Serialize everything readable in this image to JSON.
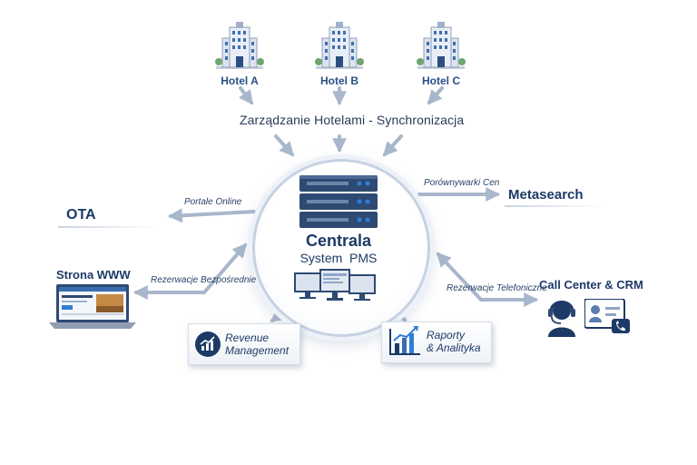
{
  "hotels": [
    {
      "label": "Hotel A"
    },
    {
      "label": "Hotel B"
    },
    {
      "label": "Hotel C"
    }
  ],
  "sync": {
    "title": "Zarządzanie Hotelami - Synchronizacja"
  },
  "hub": {
    "title": "Centrala",
    "subtitle": "System  PMS"
  },
  "nodes": {
    "ota": "OTA",
    "www": "Strona WWW",
    "metasearch": "Metasearch",
    "callcenter": "Call Center & CRM"
  },
  "edges": {
    "online_portals": "Portale Online",
    "direct_bookings": "Rezerwacje Bezpośrednie",
    "price_comparison": "Porównywarki Cen",
    "phone_bookings": "Rezerwacje Telefoniczne"
  },
  "cards": {
    "revenue": {
      "line1": "Revenue",
      "line2": "Management"
    },
    "reports": {
      "line1": "Raporty",
      "line2": "& Analityka"
    }
  },
  "icons": {
    "hotel": "hotel-building-icon",
    "server": "server-rack-icon",
    "monitors": "monitors-icon",
    "laptop": "laptop-website-icon",
    "headset": "headset-agent-icon",
    "crm": "contact-card-icon",
    "revenue": "growth-chart-icon",
    "reports": "bar-chart-icon"
  },
  "colors": {
    "navy": "#1d3a66",
    "arrow": "#a9b7cc",
    "hub_border": "#c6d2e3",
    "server_light": "#2f7fd8"
  }
}
